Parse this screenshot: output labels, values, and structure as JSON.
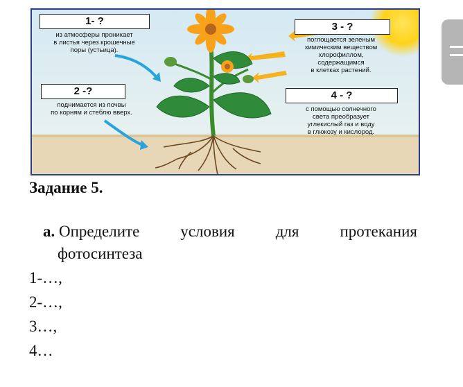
{
  "figure": {
    "box1": {
      "label": "1- ?",
      "caption": [
        "из атмосферы проникает",
        "в листья через крошечные",
        "поры (устьица)."
      ]
    },
    "box2": {
      "label": "2 -?",
      "caption": [
        "поднимается из почвы",
        "по корням и стеблю вверх."
      ]
    },
    "box3": {
      "label": "3 - ?",
      "caption": [
        "поглощается зеленым",
        "химическим веществом",
        "хлорофиллом,",
        "содержащимся",
        "в клетках растений."
      ]
    },
    "box4": {
      "label": "4 - ?",
      "caption": [
        "с помощью солнечного",
        "света преобразует",
        "углекислый газ и воду",
        "в глюкозу и кислород."
      ]
    }
  },
  "task": {
    "title": "Задание 5.",
    "item_a": {
      "marker": "а.",
      "words": [
        "Определите",
        "условия",
        "для",
        "протекания"
      ],
      "line2": "фотосинтеза"
    },
    "answers": [
      "1-…,",
      "2-…,",
      "3…,",
      "4…"
    ]
  },
  "colors": {
    "border": "#2b3e8c",
    "sky": "#dcecf4",
    "ground": "#e8d7b6",
    "leaf": "#2f8a3a",
    "arrow": "#29a3dc",
    "sun_arrow": "#f6b21c"
  }
}
